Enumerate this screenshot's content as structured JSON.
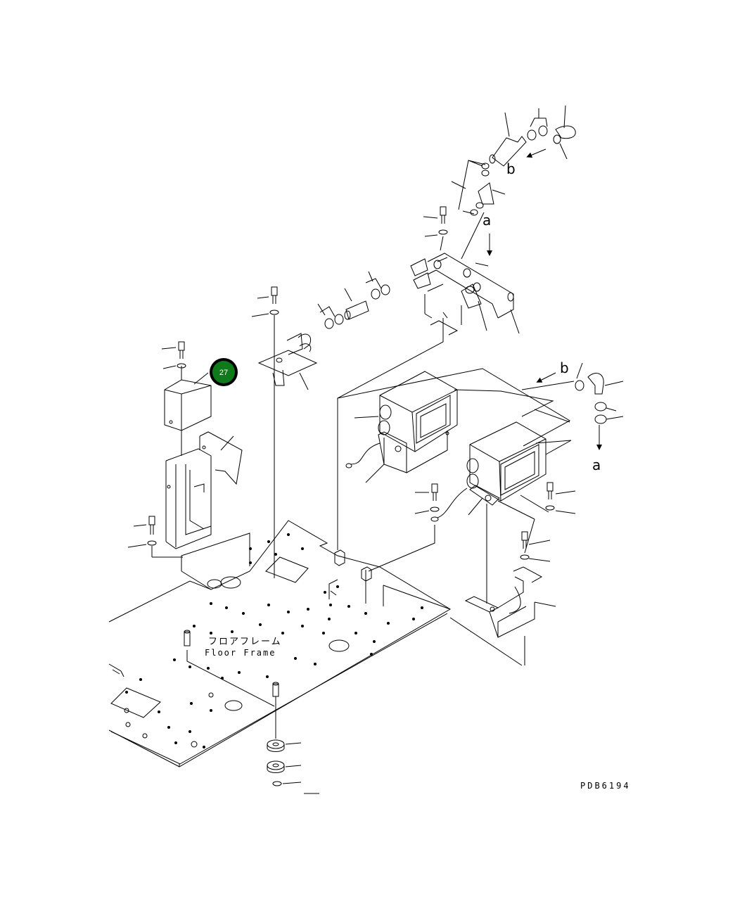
{
  "diagram": {
    "floor_label_jp": "フロアフレーム",
    "floor_label_en": "Floor Frame",
    "drawing_number": "PDB6194",
    "callout_number": "27",
    "callout_color": "#0f7a1a",
    "view_arrows": [
      {
        "id": "b-top",
        "letter": "b"
      },
      {
        "id": "a-top",
        "letter": "a"
      },
      {
        "id": "b-mid",
        "letter": "b"
      },
      {
        "id": "a-mid",
        "letter": "a"
      }
    ]
  }
}
